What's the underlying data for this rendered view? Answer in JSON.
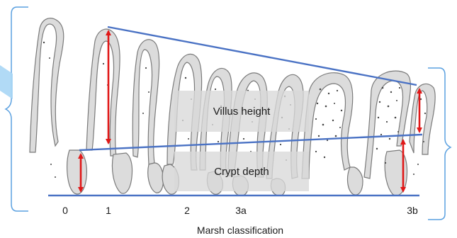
{
  "labels": {
    "villus_height": "Villus height",
    "crypt_depth": "Crypt depth"
  },
  "stages": [
    "0",
    "1",
    "2",
    "3a",
    "3b"
  ],
  "caption": "Marsh classification",
  "colors": {
    "arrow": "#e01818",
    "guide_line": "#4a72c4",
    "tissue_fill": "#dcdcdc",
    "tissue_edge": "#7a7a7a",
    "bracket": "#5aa0e0",
    "label_box": "#d9d9d9"
  }
}
